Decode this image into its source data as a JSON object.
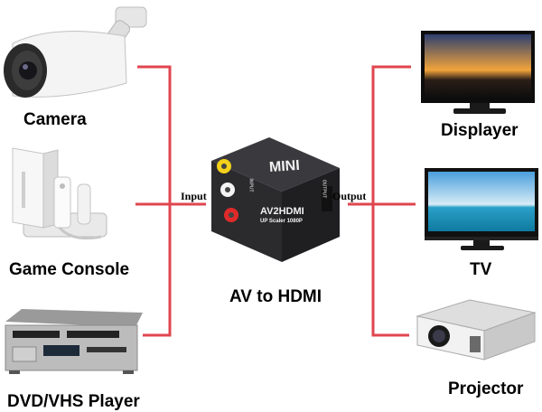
{
  "inputs": {
    "label": "Input",
    "devices": [
      {
        "name": "Camera",
        "icon": "security-camera-icon"
      },
      {
        "name": "Game Console",
        "icon": "game-console-icon"
      },
      {
        "name": "DVD/VHS Player",
        "icon": "dvd-vhs-player-icon"
      }
    ]
  },
  "center": {
    "name": "AV to HDMI",
    "device_text": {
      "badge": "MINI",
      "model": "AV2HDMI",
      "subtitle": "UP Scaler 1080P",
      "side_left": "INPUT",
      "side_right": "OUTPUT"
    },
    "icon": "av-to-hdmi-converter-icon"
  },
  "outputs": {
    "label": "Output",
    "devices": [
      {
        "name": "Displayer",
        "icon": "monitor-icon"
      },
      {
        "name": "TV",
        "icon": "tv-icon"
      },
      {
        "name": "Projector",
        "icon": "projector-icon"
      }
    ]
  },
  "colors": {
    "connector": "#e0454f",
    "device_body": "#2b2b2e",
    "device_white": "#f2f2f2"
  }
}
